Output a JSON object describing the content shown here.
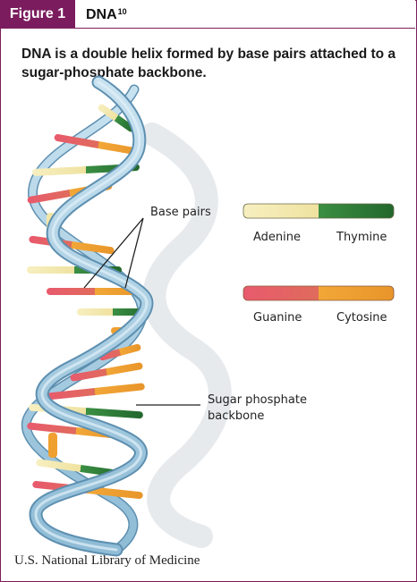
{
  "figure": {
    "tag": "Figure 1",
    "title": "DNA",
    "title_ref": "10",
    "caption": "DNA is a double helix formed by base pairs attached to a sugar-phosphate backbone."
  },
  "labels": {
    "base_pairs": "Base pairs",
    "backbone_line1": "Sugar phosphate",
    "backbone_line2": "backbone"
  },
  "legend": {
    "pair1": {
      "left": "Adenine",
      "right": "Thymine",
      "left_color": "#f2e6a6",
      "right_color": "#2f7f3a"
    },
    "pair2": {
      "left": "Guanine",
      "right": "Cytosine",
      "left_color": "#e0546a",
      "right_color": "#f0a030"
    }
  },
  "credit": "U.S. National Library of Medicine",
  "colors": {
    "accent": "#7b1c5e",
    "backbone": "#a9cfe4",
    "backbone_edge": "#5d8fb0"
  }
}
